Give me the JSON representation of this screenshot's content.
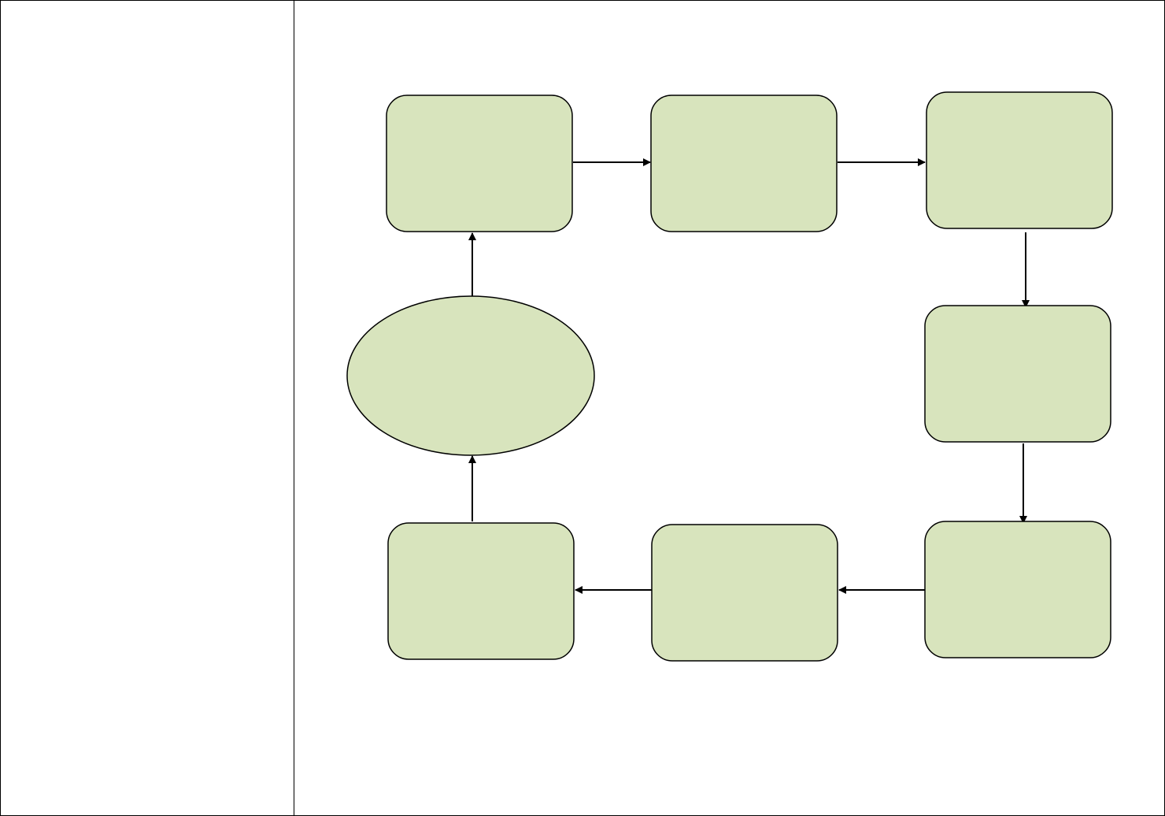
{
  "layout": {
    "columns": 2,
    "left_column": {
      "content": []
    },
    "right_column": {
      "content": "cycle-diagram"
    }
  },
  "colors": {
    "node_fill": "#d8e4bd",
    "node_stroke": "#000000",
    "arrow": "#000000",
    "table_border": "#000000",
    "background": "#ffffff"
  },
  "diagram": {
    "type": "cycle",
    "nodes": [
      {
        "id": "top-left",
        "shape": "rounded-rectangle",
        "label": ""
      },
      {
        "id": "top-middle",
        "shape": "rounded-rectangle",
        "label": ""
      },
      {
        "id": "top-right",
        "shape": "rounded-rectangle",
        "label": ""
      },
      {
        "id": "middle-right",
        "shape": "rounded-rectangle",
        "label": ""
      },
      {
        "id": "bottom-right",
        "shape": "rounded-rectangle",
        "label": ""
      },
      {
        "id": "bottom-middle",
        "shape": "rounded-rectangle",
        "label": ""
      },
      {
        "id": "bottom-left",
        "shape": "rounded-rectangle",
        "label": ""
      },
      {
        "id": "center-left",
        "shape": "ellipse",
        "label": ""
      }
    ],
    "edges": [
      {
        "from": "top-left",
        "to": "top-middle"
      },
      {
        "from": "top-middle",
        "to": "top-right"
      },
      {
        "from": "top-right",
        "to": "middle-right"
      },
      {
        "from": "middle-right",
        "to": "bottom-right"
      },
      {
        "from": "bottom-right",
        "to": "bottom-middle"
      },
      {
        "from": "bottom-middle",
        "to": "bottom-left"
      },
      {
        "from": "bottom-left",
        "to": "center-left"
      },
      {
        "from": "center-left",
        "to": "top-left"
      }
    ]
  }
}
